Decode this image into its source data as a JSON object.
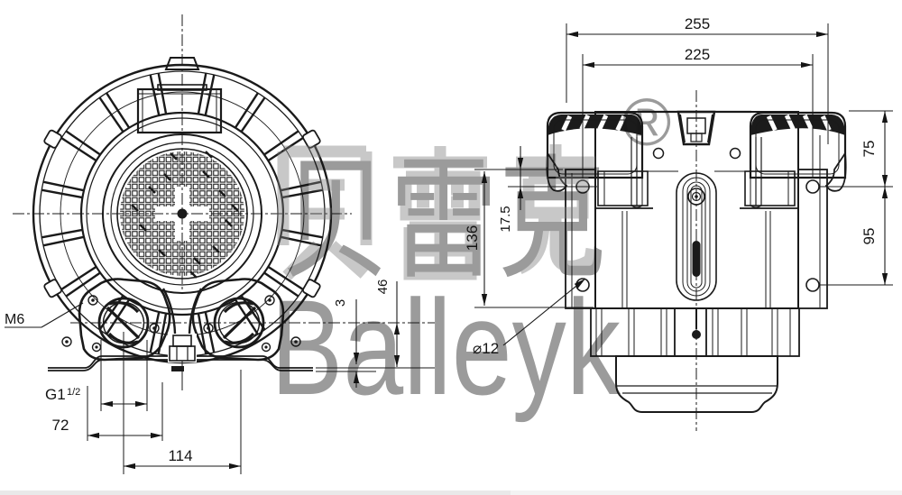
{
  "watermark": {
    "brand_cn": "贝雷克",
    "brand_latin": "Balleyk",
    "registered_mark": "®"
  },
  "dimensions": {
    "overall_width": "255",
    "mount_hole_span": "225",
    "top_to_hole": "75",
    "hole_spacing": "95",
    "body_height": "136",
    "edge_to_hole": "17.5",
    "mount_hole_dia": "⌀12",
    "tap_thread": "M6",
    "flange_width": "72",
    "port_spacing": "114",
    "foot_plate_thickness": "3",
    "axis_to_foot": "46",
    "pipe_thread_base": "G1",
    "pipe_thread_sup": "1/2"
  }
}
